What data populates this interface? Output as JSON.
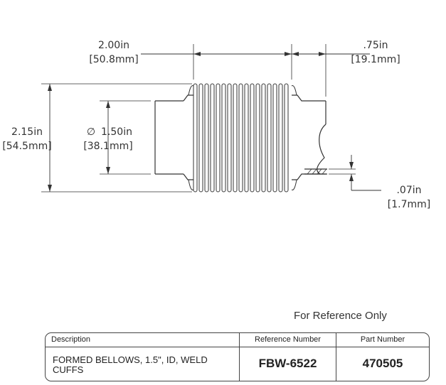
{
  "dimensions": {
    "length_in": "2.00in",
    "length_mm": "[50.8mm]",
    "cuff_in": ".75in",
    "cuff_mm": "[19.1mm]",
    "od_in": "2.15in",
    "od_mm": "[54.5mm]",
    "id_symbol": "∅",
    "id_in": "1.50in",
    "id_mm": "[38.1mm]",
    "wall_in": ".07in",
    "wall_mm": "[1.7mm]"
  },
  "reference_note": "For Reference Only",
  "title_block": {
    "headers": {
      "description": "Description",
      "reference_number": "Reference Number",
      "part_number": "Part Number"
    },
    "description": "FORMED BELLOWS, 1.5\", ID, WELD CUFFS",
    "reference_number": "FBW-6522",
    "part_number": "470505"
  }
}
